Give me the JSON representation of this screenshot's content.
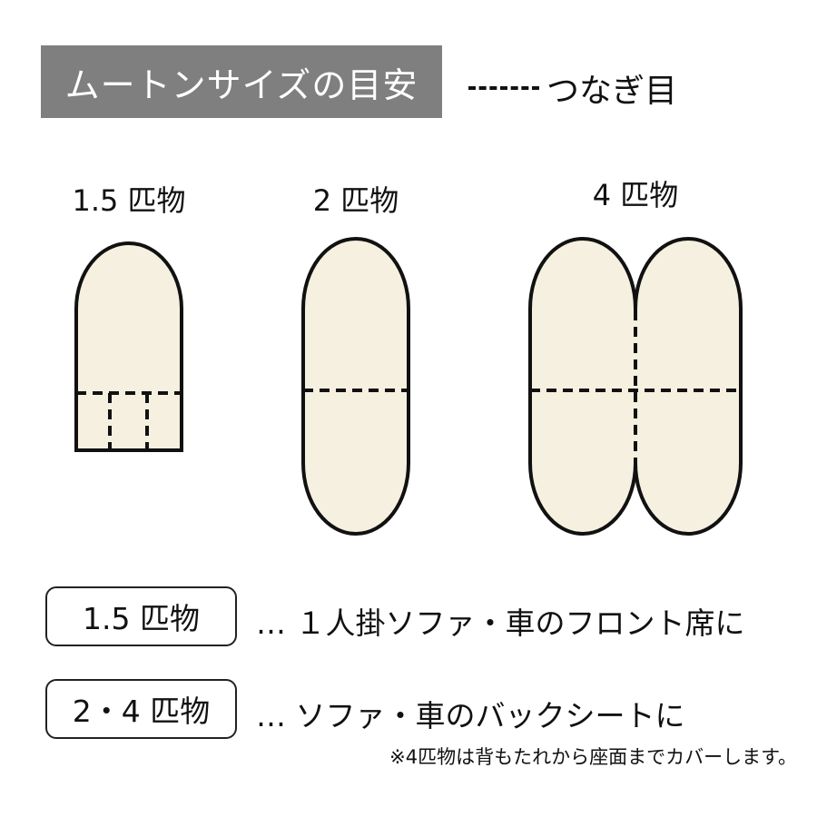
{
  "header": {
    "title": "ムートンサイズの目安",
    "background_color": "#7f7f7f",
    "text_color": "#ffffff"
  },
  "legend": {
    "line_style": "dashed",
    "label": "つなぎ目"
  },
  "shapes": [
    {
      "label": "1.5 匹物",
      "type": "rounded-top-rectangle",
      "seams": "one horizontal, two short vertical in lower section"
    },
    {
      "label": "2 匹物",
      "type": "capsule",
      "seams": "one horizontal across middle"
    },
    {
      "label": "4 匹物",
      "type": "double-capsule",
      "seams": "one horizontal across middle, one vertical down center"
    }
  ],
  "fill_color": "#f5f0df",
  "outline_color": "#111111",
  "usage": [
    {
      "tag": "1.5 匹物",
      "description": "… １人掛ソファ・車のフロント席に"
    },
    {
      "tag": "2・4 匹物",
      "description": "… ソファ・車のバックシートに",
      "note": "※4匹物は背もたれから座面までカバーします。"
    }
  ]
}
